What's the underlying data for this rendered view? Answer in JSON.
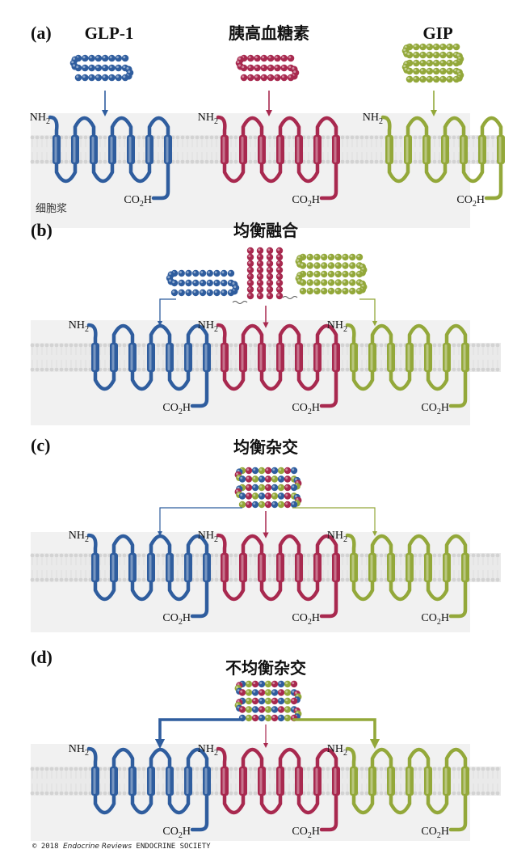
{
  "panels": [
    {
      "letter": "(a)",
      "titles": [
        "GLP-1",
        "胰高血糖素",
        "GIP"
      ],
      "cytoplasm": "细胞浆"
    },
    {
      "letter": "(b)",
      "title": "均衡融合"
    },
    {
      "letter": "(c)",
      "title": "均衡杂交"
    },
    {
      "letter": "(d)",
      "title": "不均衡杂交"
    }
  ],
  "labels": {
    "nh": "NH",
    "nh_sub": "2",
    "co": "CO",
    "co_sub": "2",
    "co_h": "H"
  },
  "copyright": {
    "symbol": "© 2018 ",
    "journal": "Endocrine Reviews",
    "society": " ENDOCRINE SOCIETY"
  },
  "colors": {
    "glp1": "#2f5d9e",
    "glucagon": "#a8294f",
    "gip": "#93a83a",
    "membrane": "#e4e4e4",
    "membrane_bg": "#f1f1f1"
  },
  "icons": [
    "peptide-bead-chain",
    "gpcr-seven-transmembrane",
    "arrow-down-icon",
    "lipid-bilayer"
  ]
}
